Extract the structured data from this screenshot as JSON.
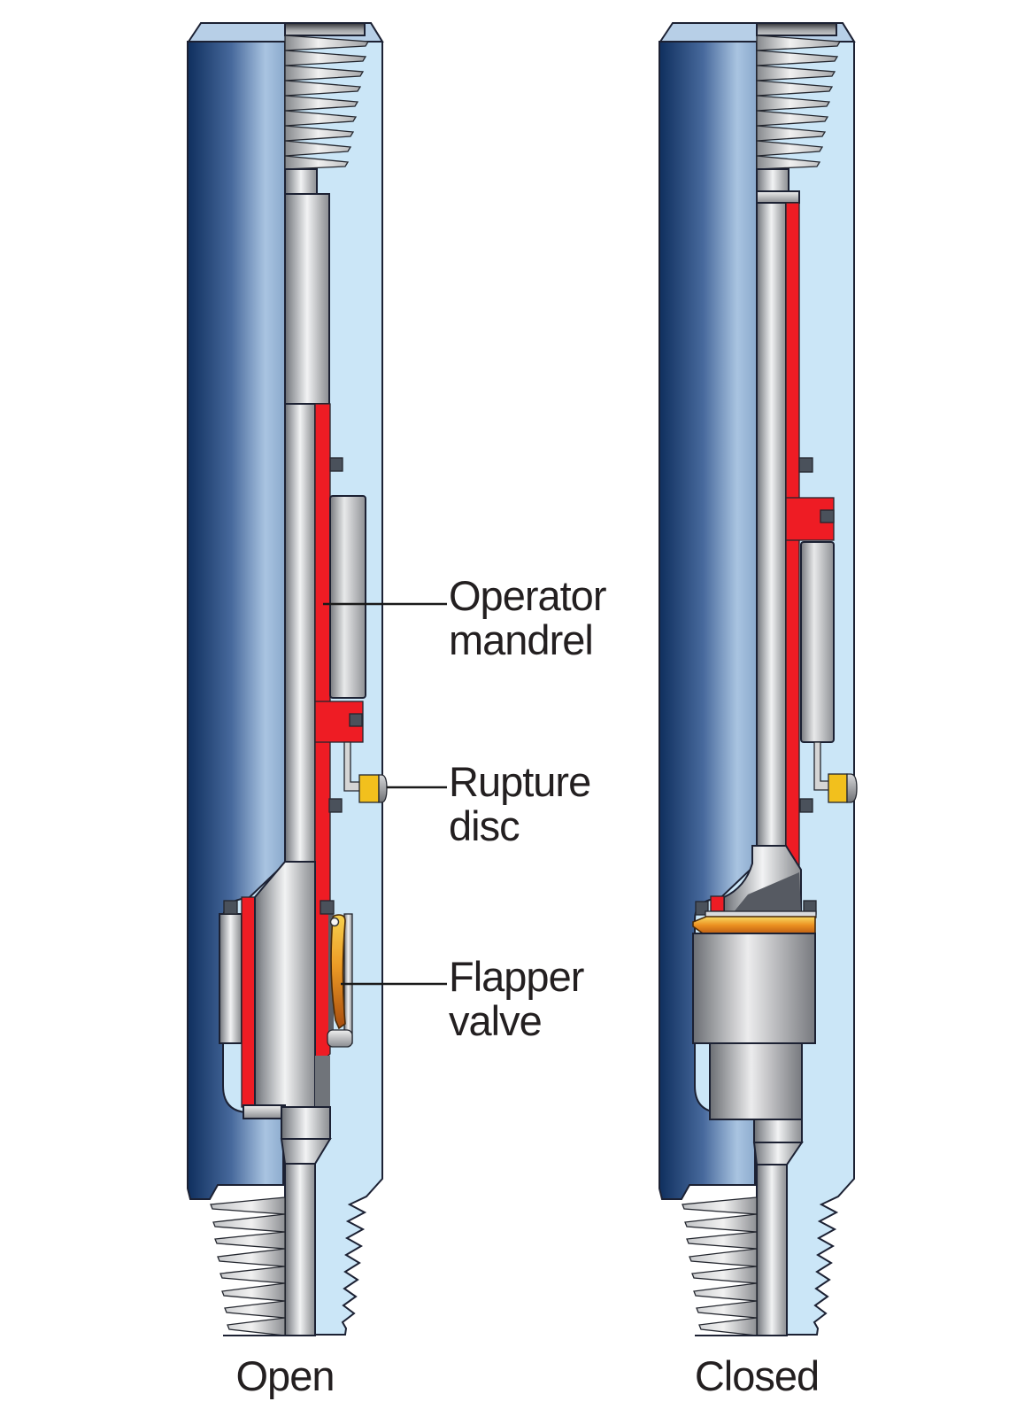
{
  "figure": {
    "type": "engineering-cross-section-diagram",
    "subject": "downhole flapper valve tool shown in open and closed states",
    "labels": {
      "operator_mandrel": {
        "line1": "Operator",
        "line2": "mandrel"
      },
      "rupture_disc": {
        "line1": "Rupture",
        "line2": "disc"
      },
      "flapper_valve": {
        "line1": "Flapper",
        "line2": "valve"
      }
    },
    "captions": {
      "open": "Open",
      "closed": "Closed"
    },
    "colors": {
      "housing_blue_dark": "#0f2f5e",
      "housing_blue_light": "#a9c4e1",
      "bore_light_blue": "#cbe6f7",
      "operator_mandrel_red": "#ee1c24",
      "rupture_disc_yellow": "#f2c01d",
      "flapper_orange": "#ec9b26",
      "metal_light": "#f2f3f4",
      "metal_dark": "#6a6d72",
      "set_screw_gray": "#4a515b",
      "outline": "#1c2133",
      "label_text": "#231f20",
      "background": "#ffffff"
    }
  }
}
